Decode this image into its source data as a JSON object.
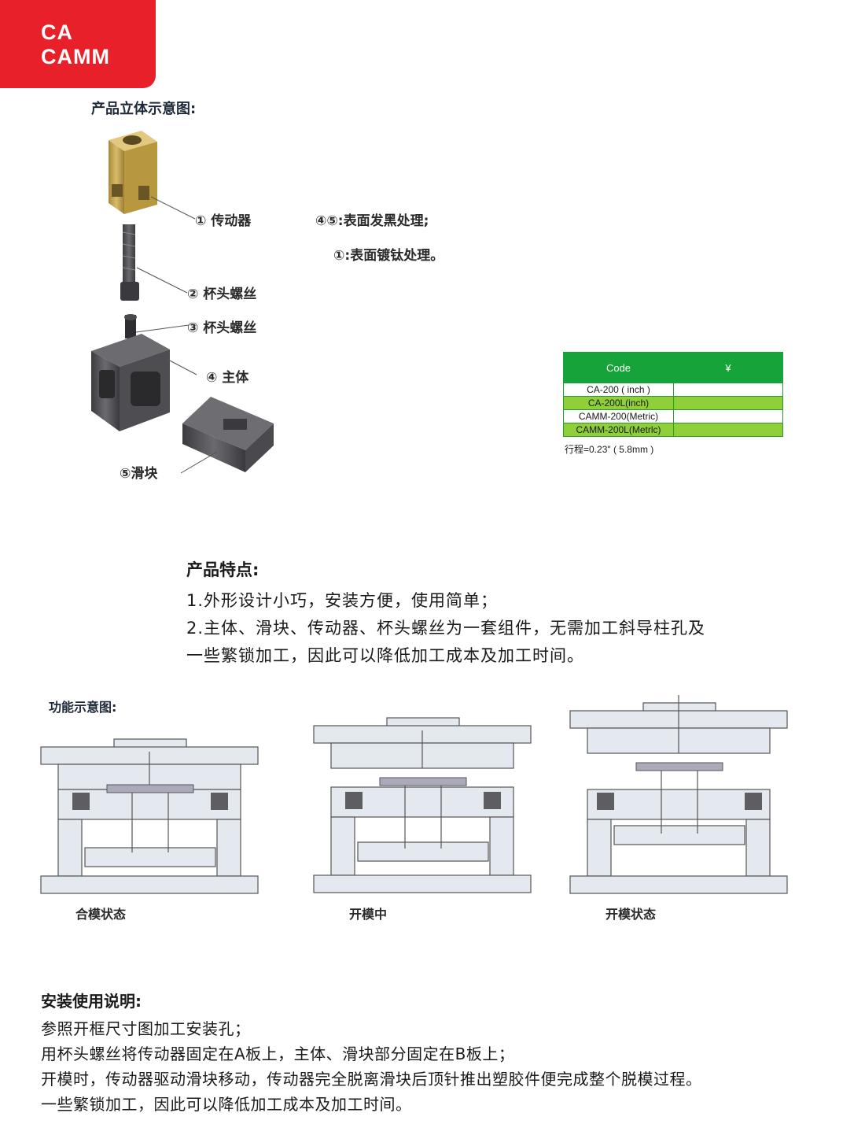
{
  "badge": {
    "line1": "CA",
    "line2": "CAMM"
  },
  "view3d": {
    "title": "产品立体示意图:",
    "parts": [
      {
        "label": "① 传动器"
      },
      {
        "label": "② 杯头螺丝"
      },
      {
        "label": "③ 杯头螺丝"
      },
      {
        "label": "④ 主体"
      },
      {
        "label": "⑤滑块"
      }
    ],
    "treatments": [
      {
        "text": "④⑤:表面发黑处理;"
      },
      {
        "text": "①:表面镀钛处理。"
      }
    ]
  },
  "price_table": {
    "headers": {
      "code": "Code",
      "price": "¥"
    },
    "rows": [
      {
        "code": "CA-200 ( inch )",
        "price": ""
      },
      {
        "code": "CA-200L(inch)",
        "price": ""
      },
      {
        "code": "CAMM-200(Metric)",
        "price": ""
      },
      {
        "code": "CAMM-200L(Metrlc)",
        "price": ""
      }
    ],
    "note": "行程=0.23\" ( 5.8mm )",
    "colors": {
      "header": "#16a33a",
      "stripe": "#8ecf3a"
    }
  },
  "features": {
    "title": "产品特点:",
    "lines": [
      "1.外形设计小巧，安装方便，使用简单；",
      "2.主体、滑块、传动器、杯头螺丝为一套组件，无需加工斜导柱孔及",
      "一些繁锁加工，因此可以降低加工成本及加工时间。"
    ]
  },
  "function": {
    "title": "功能示意图:",
    "captions": [
      "合模状态",
      "开模中",
      "开模状态"
    ]
  },
  "install": {
    "title": "安装使用说明:",
    "lines": [
      "参照开框尺寸图加工安装孔；",
      "用杯头螺丝将传动器固定在A板上，主体、滑块部分固定在B板上；",
      "开模时，传动器驱动滑块移动，传动器完全脱离滑块后顶针推出塑胶件便完成整个脱模过程。",
      "一些繁锁加工，因此可以降低加工成本及加工时间。"
    ]
  }
}
